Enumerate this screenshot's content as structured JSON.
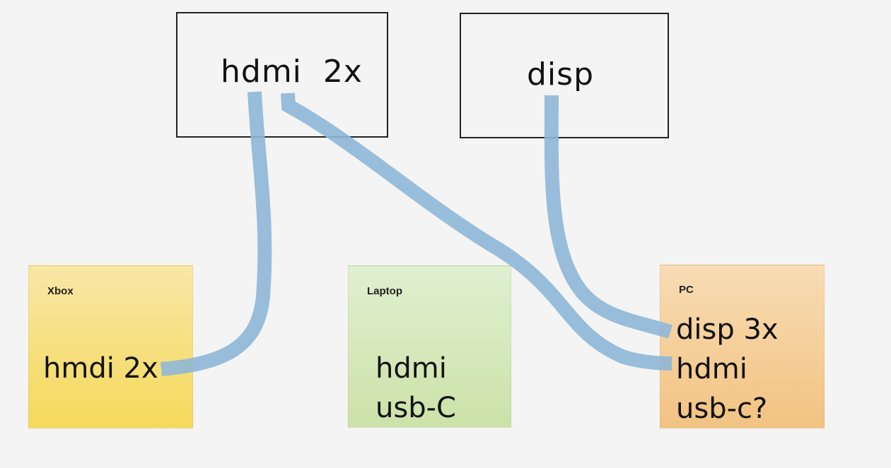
{
  "monitors": [
    {
      "label": "hdmi  2x"
    },
    {
      "label": "disp"
    }
  ],
  "devices": [
    {
      "title": "Xbox",
      "lines": [
        "hmdi 2x"
      ],
      "color": "#f6dd6a"
    },
    {
      "title": "Laptop",
      "lines": [
        "hdmi",
        "usb-C"
      ],
      "color": "#cfe3ae"
    },
    {
      "title": "PC",
      "lines": [
        "disp 3x",
        "hdmi",
        "usb-c?"
      ],
      "color": "#f3c98a"
    }
  ],
  "cable_color": "#8fb8d8"
}
